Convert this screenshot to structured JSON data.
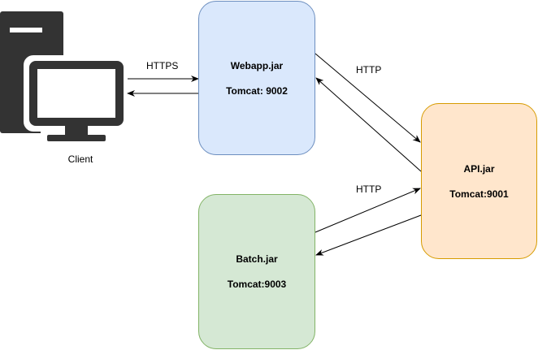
{
  "colors": {
    "webapp_fill": "#dae8fc",
    "webapp_stroke": "#6c8ebf",
    "batch_fill": "#d5e8d4",
    "batch_stroke": "#82b366",
    "api_fill": "#ffe6cc",
    "api_stroke": "#d79b00",
    "client_icon": "#333333",
    "edge": "#000000"
  },
  "client": {
    "icon": "desktop-computer-icon",
    "label": "Client"
  },
  "nodes": {
    "webapp": {
      "title": "Webapp.jar",
      "subtitle": "Tomcat: 9002"
    },
    "api": {
      "title": "API.jar",
      "subtitle": "Tomcat:9001"
    },
    "batch": {
      "title": "Batch.jar",
      "subtitle": "Tomcat:9003"
    }
  },
  "edges": {
    "client_webapp": "HTTPS",
    "webapp_api": "HTTP",
    "batch_api": "HTTP"
  }
}
